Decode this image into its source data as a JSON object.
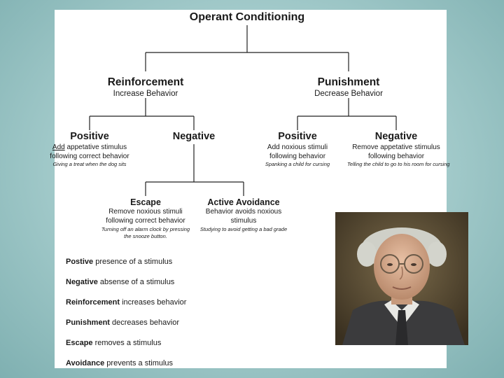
{
  "diagram": {
    "title": "Operant Conditioning",
    "reinforcement": {
      "label": "Reinforcement",
      "desc": "Increase Behavior"
    },
    "punishment": {
      "label": "Punishment",
      "desc": "Decrease Behavior"
    },
    "pos_reinforcement": {
      "label": "Positive",
      "desc_add": "Add",
      "desc_rest": " appetative stimulus",
      "desc2": "following correct behavior",
      "example": "Giving a treat when the dog sits"
    },
    "neg_reinforcement": {
      "label": "Negative"
    },
    "pos_punishment": {
      "label": "Positive",
      "desc1": "Add noxious stimuli",
      "desc2": "following behavior",
      "example": "Spanking a child for cursing"
    },
    "neg_punishment": {
      "label": "Negative",
      "desc1": "Remove appetative stimulus",
      "desc2": "following behavior",
      "example": "Telling the child to go to his room for cursing"
    },
    "escape": {
      "label": "Escape",
      "desc1": "Remove noxious stimuli",
      "desc2": "following correct behavior",
      "example1": "Turning off an alarm clock by pressing",
      "example2": "the snooze button."
    },
    "avoidance": {
      "label": "Active Avoidance",
      "desc1": "Behavior avoids noxious",
      "desc2": "stimulus",
      "example": "Studying to avoid getting a bad grade"
    }
  },
  "definitions": [
    {
      "term": "Postive",
      "text": " presence of a stimulus"
    },
    {
      "term": "Negative",
      "text": " absense of a stimulus"
    },
    {
      "term": "Reinforcement",
      "text": " increases behavior"
    },
    {
      "term": "Punishment",
      "text": " decreases behavior"
    },
    {
      "term": "Escape",
      "text": " removes a stimulus"
    },
    {
      "term": "Avoidance",
      "text": " prevents a stimulus"
    }
  ]
}
